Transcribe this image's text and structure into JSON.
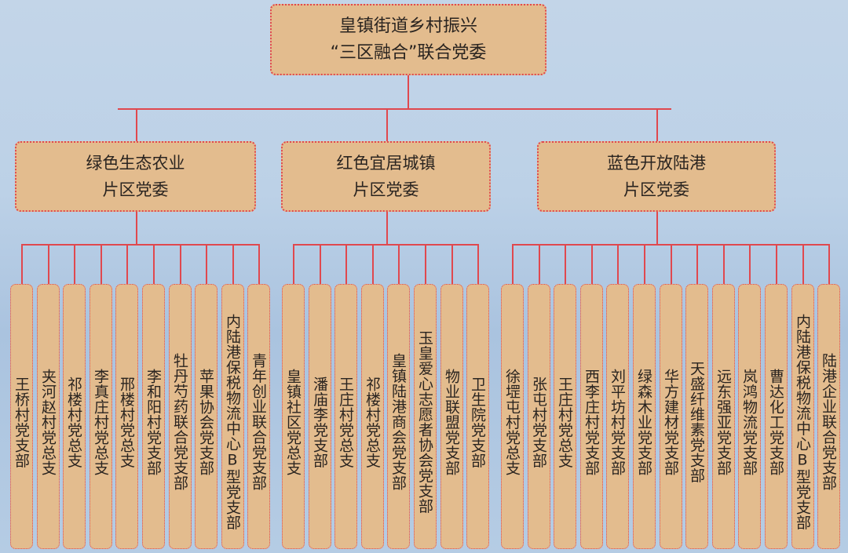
{
  "root": {
    "line1": "皇镇街道乡村振兴",
    "line2": "“三区融合”联合党委"
  },
  "colors": {
    "box_fill": "#e3bc8e",
    "border": "#e0484e"
  },
  "districts": [
    {
      "line1": "绿色生态农业",
      "line2": "片区党委",
      "branches": [
        "王桥村党支部",
        "夹河赵村党总支",
        "祁楼村党总支",
        "李真庄村党总支",
        "邢楼村党总支",
        "李和阳村党支部",
        "牡丹芍药联合党支部",
        "苹果协会党支部",
        "内陆港保税物流中心B型党支部",
        "青年创业联合党支部"
      ]
    },
    {
      "line1": "红色宜居城镇",
      "line2": "片区党委",
      "branches": [
        "皇镇社区党总支",
        "潘庙李党支部",
        "王庄村党总支",
        "祁楼村党总支",
        "皇镇陆港商会党支部",
        "玉皇爱心志愿者协会党支部",
        "物业联盟党支部",
        "卫生院党支部"
      ]
    },
    {
      "line1": "蓝色开放陆港",
      "line2": "片区党委",
      "branches": [
        "徐堽屯村党总支",
        "张屯村党支部",
        "王庄村党总支",
        "西李庄村党支部",
        "刘平坊村党支部",
        "绿森木业党支部",
        "华方建材党支部",
        "天盛纤维素党支部",
        "远东强亚党支部",
        "岚鸿物流党支部",
        "曹达化工党支部",
        "内陆港保税物流中心B型党支部",
        "陆港企业联合党支部"
      ]
    }
  ]
}
